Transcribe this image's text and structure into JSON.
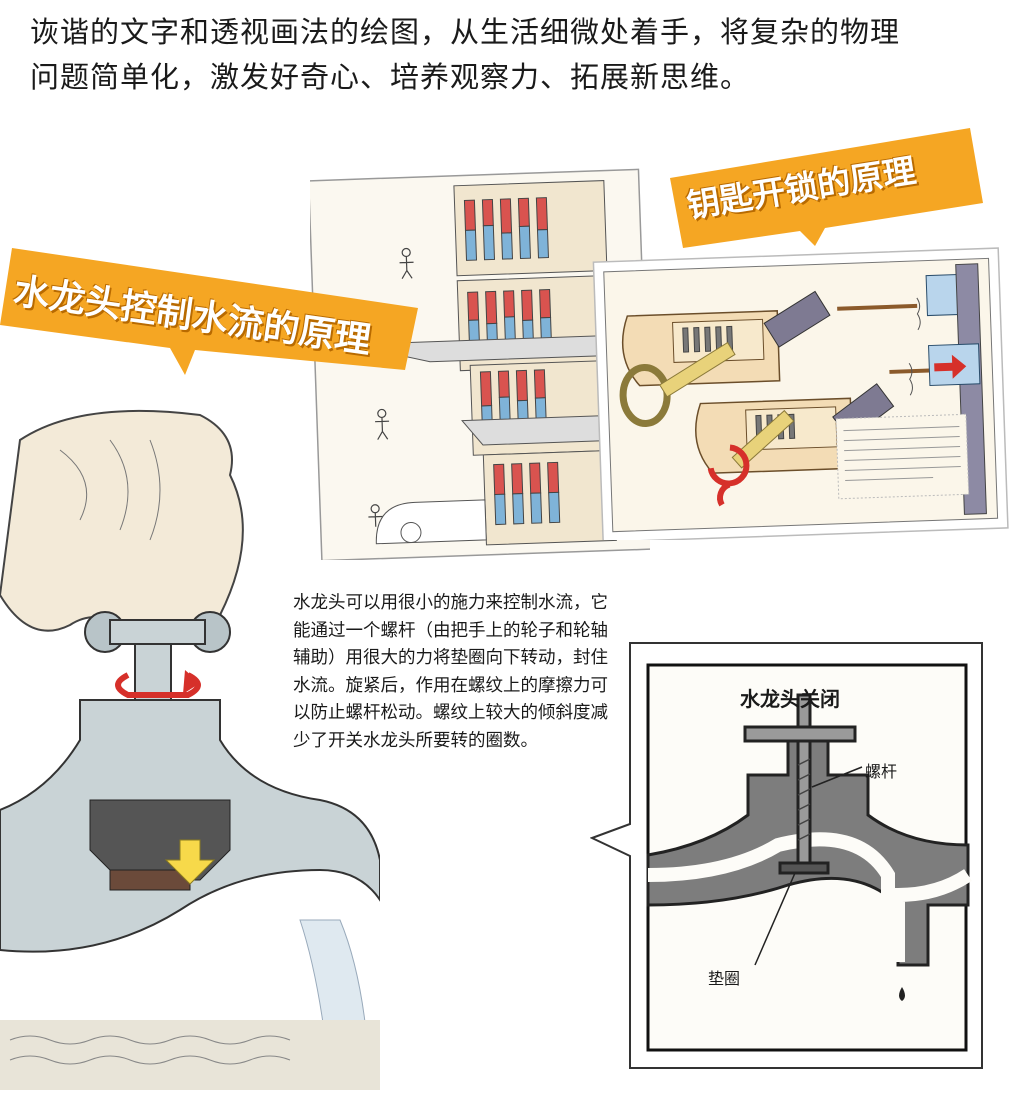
{
  "intro": {
    "line1": "诙谐的文字和透视画法的绘图，从生活细微处着手，将复杂的物理",
    "line2": "问题简单化，激发好奇心、培养观察力、拓展新思维。"
  },
  "banners": {
    "lock": "钥匙开锁的原理",
    "faucet": "水龙头控制水流的原理"
  },
  "description": "水龙头可以用很小的施力来控制水流，它能通过一个螺杆（由把手上的轮子和轮轴辅助）用很大的力将垫圈向下转动，封住水流。旋紧后，作用在螺纹上的摩擦力可以防止螺杆松动。螺纹上较大的倾斜度减少了开关水龙头所要转的圈数。",
  "closed_diagram": {
    "title": "水龙头关闭",
    "label_stem": "螺杆",
    "label_washer": "垫圈"
  },
  "colors": {
    "banner": "#f5a623",
    "pin_red": "#d9534f",
    "pin_blue": "#7fb3d8",
    "metal": "#b8c4c8",
    "arrow_red": "#d6302a",
    "arrow_yellow": "#f7d94a",
    "paper": "#fbf6ea"
  }
}
